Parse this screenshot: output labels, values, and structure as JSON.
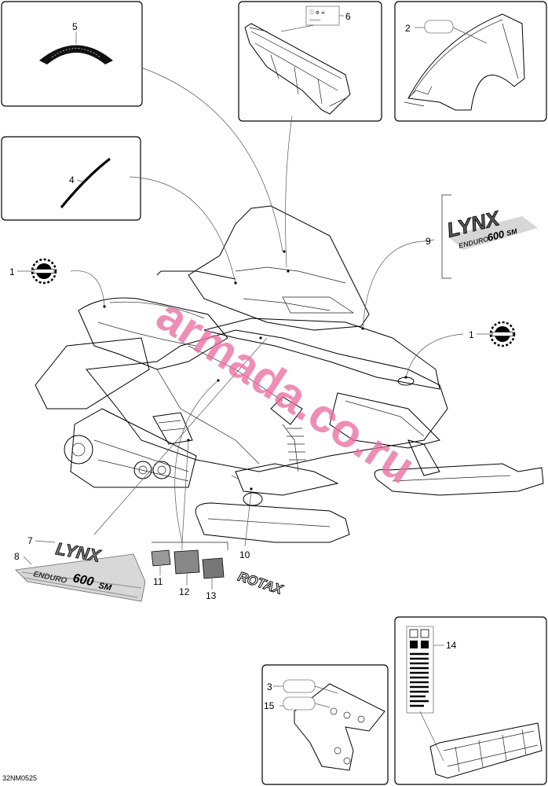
{
  "drawing_code": "32NM0525",
  "watermark": "armada.co.ru",
  "callouts": {
    "c1_left": "1",
    "c1_right": "1",
    "c2": "2",
    "c3": "3",
    "c4": "4",
    "c5": "5",
    "c6": "6",
    "c7": "7",
    "c8": "8",
    "c9": "9",
    "c10": "10",
    "c11": "11",
    "c12": "12",
    "c13": "13",
    "c14": "14",
    "c15": "15"
  },
  "logos": {
    "lynx": "LYNX",
    "enduro": "ENDURO",
    "model_600": "600",
    "model_sm": "SM",
    "rotax": "ROTAX"
  },
  "colors": {
    "watermark": "#ea6fa2",
    "line": "#000000"
  }
}
